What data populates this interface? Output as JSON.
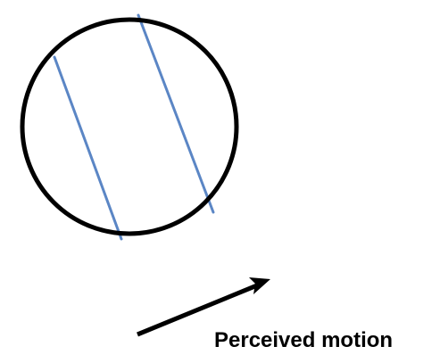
{
  "labels": {
    "motion": "Perceived motion"
  },
  "colors": {
    "circle_stroke": "#000000",
    "grating_lines": "#5b86c5",
    "arrow": "#000000",
    "background": "#ffffff"
  },
  "shapes": {
    "aperture": "circle",
    "grating": "two parallel diagonal lines",
    "motion_indicator": "arrow pointing up-right"
  }
}
